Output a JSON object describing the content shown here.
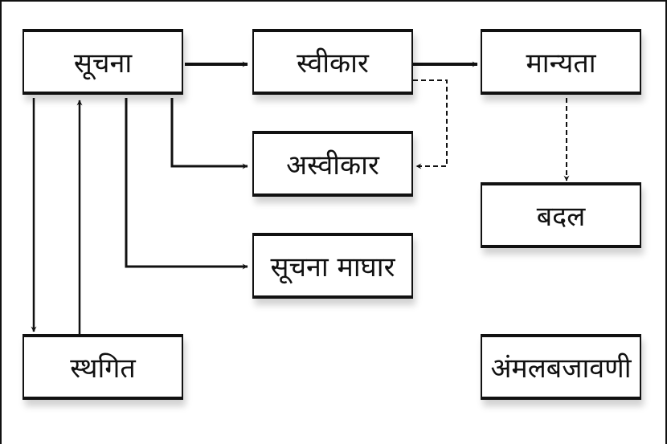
{
  "nodes": {
    "suchana": "सूचना",
    "svikar": "स्वीकार",
    "manyata": "मान्यता",
    "asvikar": "अस्वीकार",
    "badal": "बदल",
    "suchana_maghar": "सूचना माघार",
    "sthagit": "स्थगित",
    "amalbajavani": "अंमलबजावणी"
  }
}
